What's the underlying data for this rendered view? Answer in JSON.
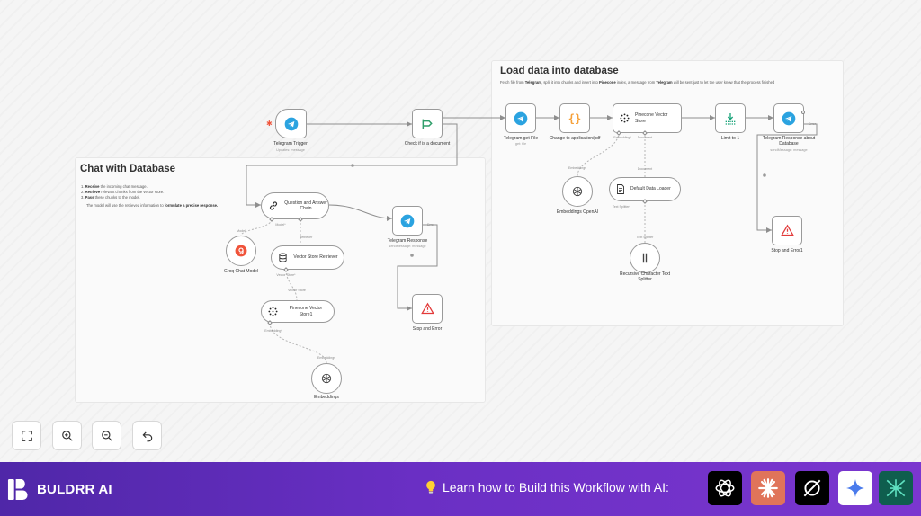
{
  "colors": {
    "telegram": "#2ba3e0",
    "n8n_orange": "#f6a13a",
    "filter_green": "#2f9e6a",
    "limit_green": "#1aa37a",
    "stop_red": "#e23a3a",
    "groq_red": "#f0533a",
    "footer_start": "#4f27a8",
    "footer_end": "#7b36cf"
  },
  "stickies": {
    "load": {
      "title": "Load data into database",
      "desc": {
        "p1": "Fetch file from ",
        "b1": "Telegram",
        "p2": ", split it into chunks and insert into ",
        "b2": "Pinecone",
        "p3": " index, a message from ",
        "b3": "Telegram",
        "p4": " will be sent just to let the user know that the process finished"
      }
    },
    "chat": {
      "title": "Chat with Database",
      "steps": [
        {
          "bold": "Receive",
          "text": " the incoming chat message."
        },
        {
          "bold": "Retrieve",
          "text": " relevant chunks from the vector store."
        },
        {
          "bold": "Pass",
          "text": " these chunks to the model."
        }
      ],
      "note_pre": "The model will use the retrieved information to ",
      "note_bold": "formulate a precise response."
    }
  },
  "nodes": {
    "telegram_trigger": {
      "label": "Telegram Trigger",
      "sub": "Updates: message",
      "icon": "telegram-icon"
    },
    "check_document": {
      "label": "Check if is a document",
      "icon": "filter-icon"
    },
    "telegram_get_file": {
      "label": "Telegram get File",
      "sub": "get: file",
      "icon": "telegram-icon"
    },
    "change_pdf": {
      "label": "Change to application/pdf",
      "icon": "code-icon"
    },
    "pinecone_store": {
      "label": "Pinecone Vector Store",
      "icon": "pinecone-icon"
    },
    "limit": {
      "label": "Limit to 1",
      "icon": "limit-icon"
    },
    "telegram_resp_db": {
      "label": "Telegram Response about Database",
      "sub": "sendMessage: message",
      "icon": "telegram-icon"
    },
    "stop_error1": {
      "label": "Stop and Error1",
      "icon": "warning-icon"
    },
    "embeddings_openai": {
      "label": "Embeddings OpenAI",
      "icon": "openai-icon"
    },
    "default_loader": {
      "label": "Default Data Loader",
      "icon": "document-icon"
    },
    "text_splitter": {
      "label": "Recursive Character Text Splitter",
      "icon": "splitter-icon"
    },
    "qa_chain": {
      "label": "Question and Answer Chain",
      "icon": "link-icon"
    },
    "telegram_response": {
      "label": "Telegram Response",
      "sub": "sendMessage: message",
      "icon": "telegram-icon"
    },
    "stop_error": {
      "label": "Stop and Error",
      "icon": "warning-icon"
    },
    "groq": {
      "label": "Groq Chat Model",
      "icon": "groq-icon"
    },
    "vector_retriever": {
      "label": "Vector Store Retriever",
      "icon": "retriever-icon"
    },
    "pinecone_store1": {
      "label": "Pinecone Vector Store1",
      "icon": "pinecone-icon"
    },
    "embeddings": {
      "label": "Embeddings",
      "icon": "openai-icon"
    }
  },
  "port_labels": {
    "embedding": "Embedding*",
    "document": "Document",
    "embeddings_small": "Embeddings",
    "text_splitter_star": "Text Splitter*",
    "text_splitter": "Text Splitter",
    "model_star": "Model*",
    "retriever": "Retriever",
    "model": "Model",
    "vector_store_star": "Vector Store*",
    "vector_store": "Vector Store",
    "embeddings_star": "Embedding*",
    "embeddings2": "Embeddings",
    "error": "Error"
  },
  "controls": [
    {
      "name": "fit-view-button",
      "icon": "fullscreen-icon"
    },
    {
      "name": "zoom-in-button",
      "icon": "zoom-in-icon"
    },
    {
      "name": "zoom-out-button",
      "icon": "zoom-out-icon"
    },
    {
      "name": "undo-button",
      "icon": "undo-icon"
    }
  ],
  "footer": {
    "brand": "BULDRR AI",
    "learn_text": "Learn how to Build this Workflow with AI:",
    "ai_buttons": [
      "chatgpt-icon",
      "claude-icon",
      "perplexity-icon",
      "gemini-icon",
      "deepseek-icon"
    ]
  }
}
